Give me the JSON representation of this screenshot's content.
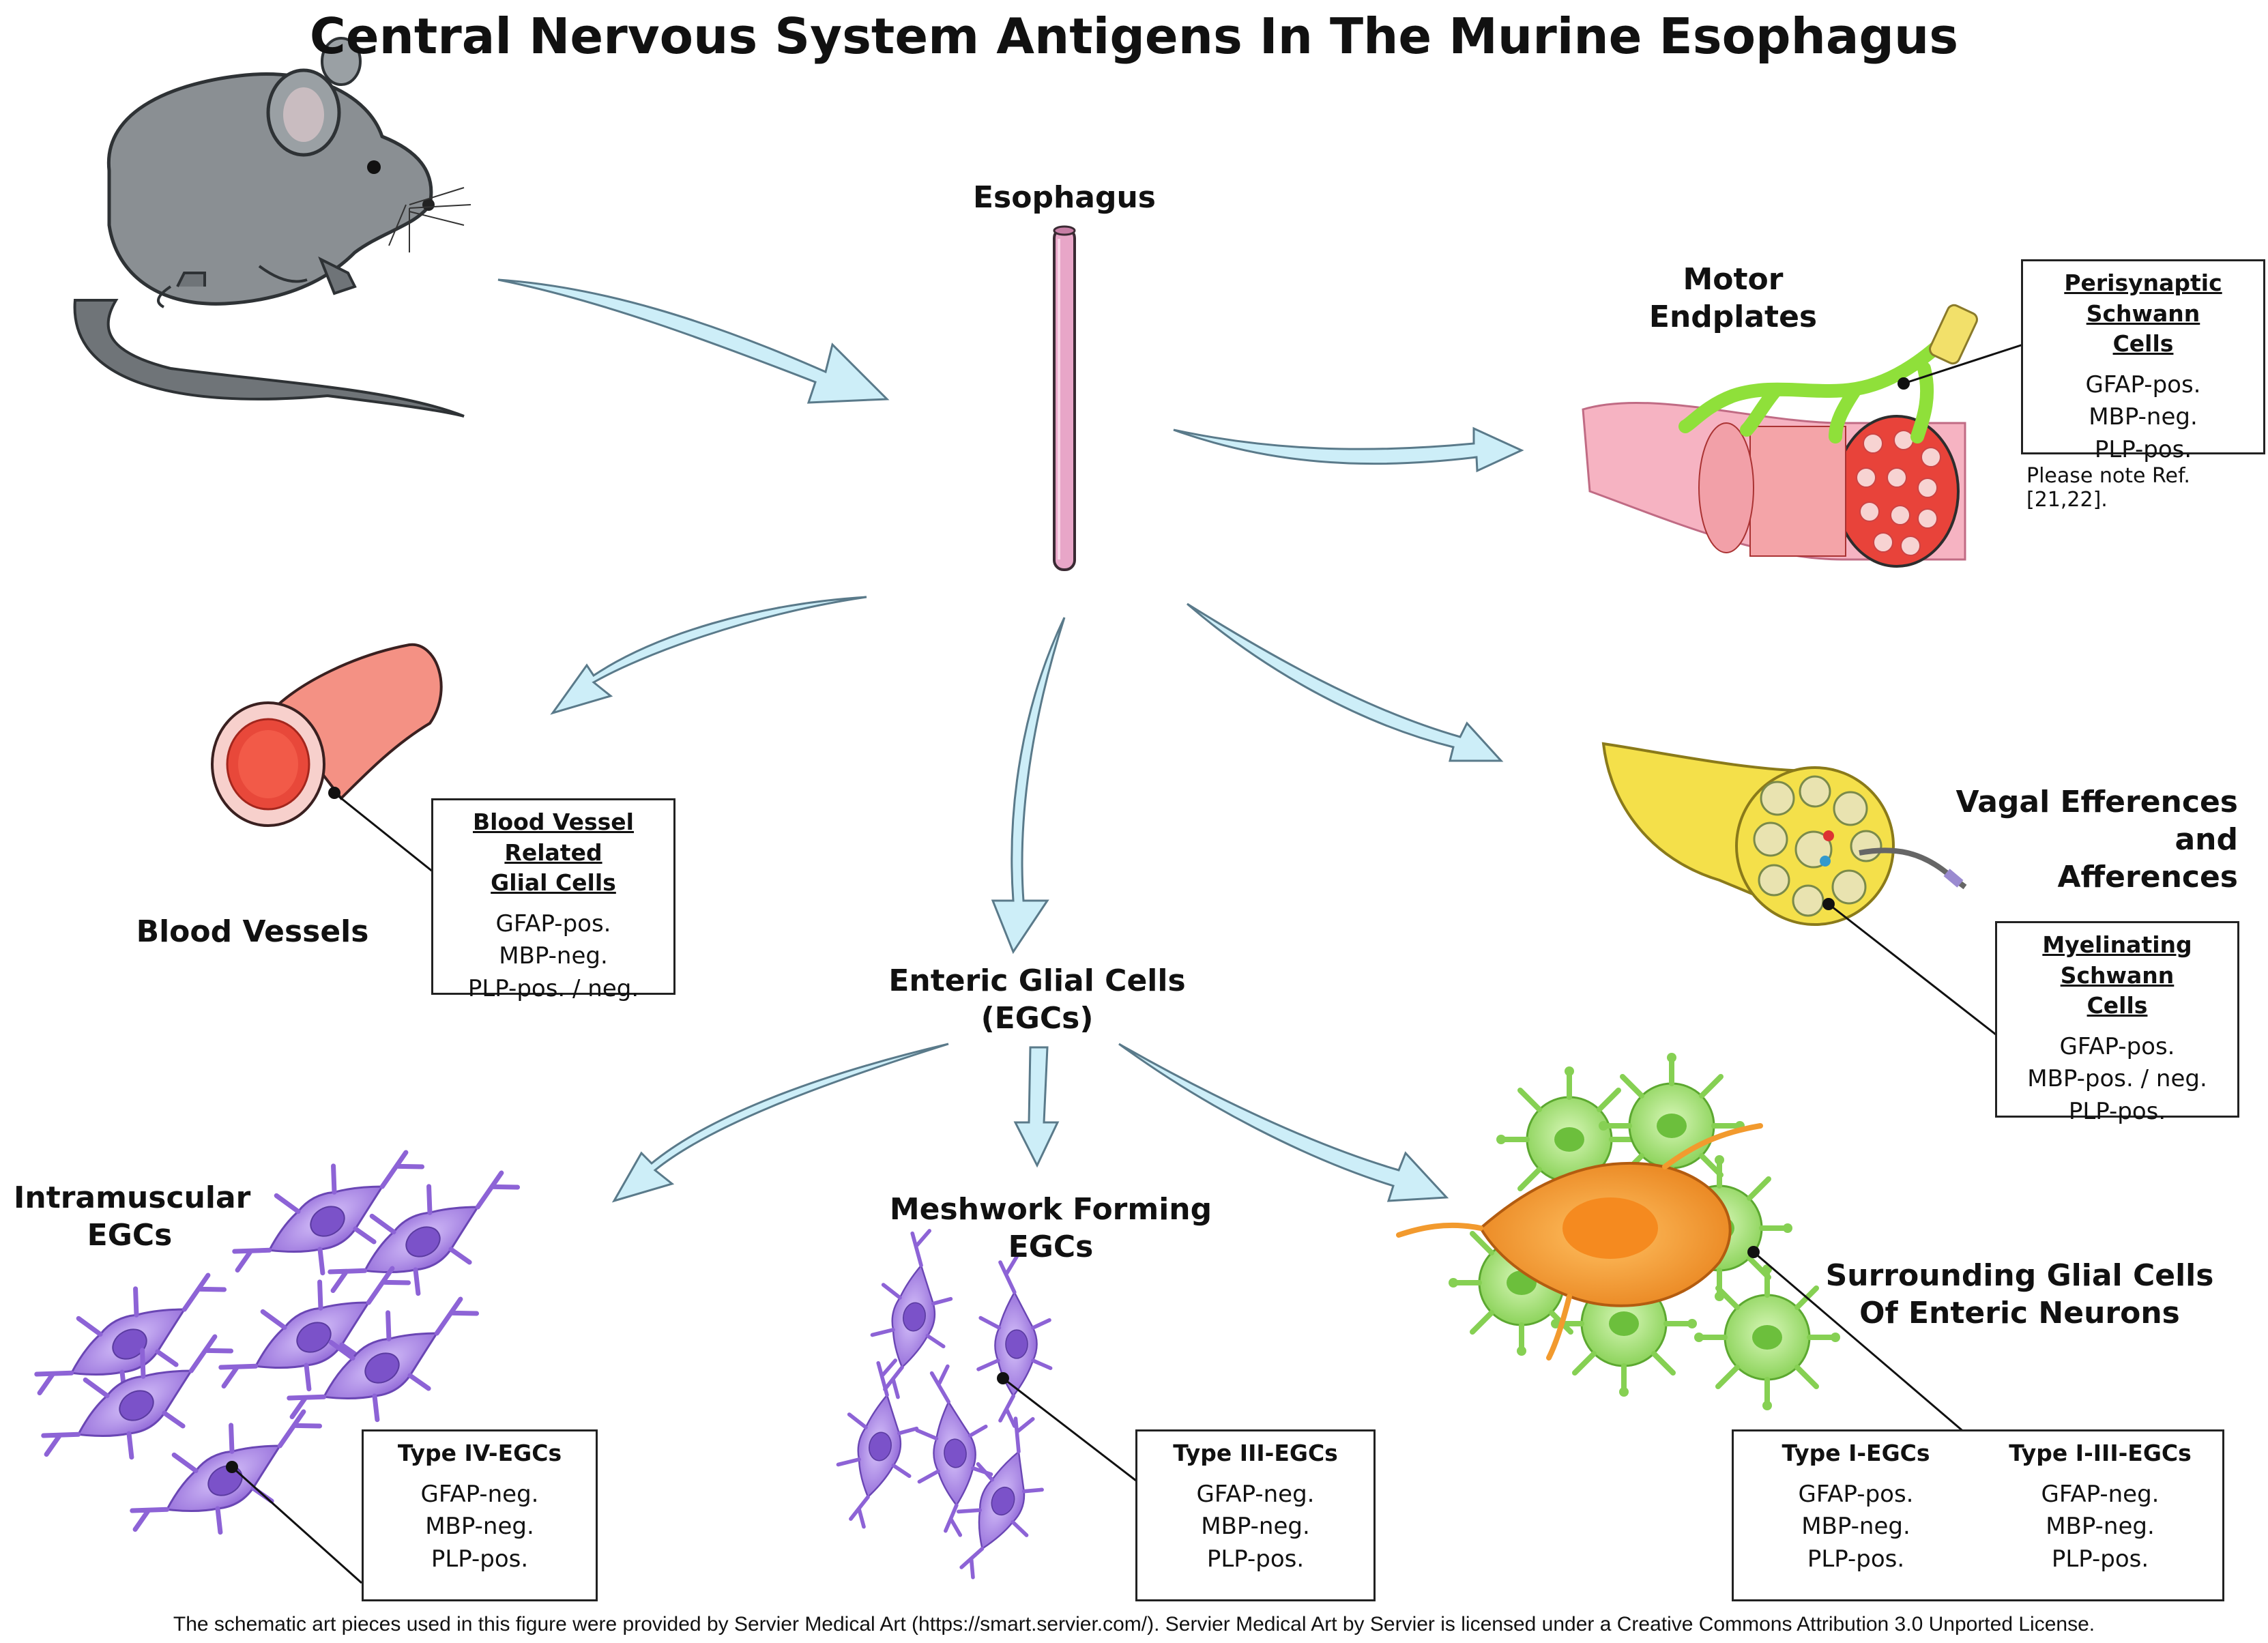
{
  "title": "Central Nervous System Antigens In The Murine Esophagus",
  "labels": {
    "esophagus": "Esophagus",
    "motor_endplates_l1": "Motor",
    "motor_endplates_l2": "Endplates",
    "blood_vessels": "Blood Vessels",
    "vagal_l1": "Vagal Efferences and",
    "vagal_l2": "Afferences",
    "egc_l1": "Enteric Glial Cells",
    "egc_l2": "(EGCs)",
    "intramuscular_l1": "Intramuscular",
    "intramuscular_l2": "EGCs",
    "meshwork_l1": "Meshwork Forming",
    "meshwork_l2": "EGCs",
    "surrounding_l1": "Surrounding Glial Cells",
    "surrounding_l2": "Of Enteric Neurons"
  },
  "boxes": {
    "perisynaptic": {
      "title_l1": "Perisynaptic Schwann",
      "title_l2": "Cells",
      "lines": [
        "GFAP-pos.",
        "MBP-neg.",
        "PLP-pos."
      ]
    },
    "blood_vessel": {
      "title_l1": "Blood Vessel Related",
      "title_l2": "Glial Cells",
      "lines": [
        "GFAP-pos.",
        "MBP-neg.",
        "PLP-pos. / neg."
      ]
    },
    "myelinating": {
      "title_l1": "Myelinating Schwann",
      "title_l2": "Cells",
      "lines": [
        "GFAP-pos.",
        "MBP-pos. / neg.",
        "PLP-pos."
      ]
    },
    "type4": {
      "title": "Type IV-EGCs",
      "lines": [
        "GFAP-neg.",
        "MBP-neg.",
        "PLP-pos."
      ]
    },
    "type3": {
      "title": "Type III-EGCs",
      "lines": [
        "GFAP-neg.",
        "MBP-neg.",
        "PLP-pos."
      ]
    },
    "type1": {
      "title": "Type I-EGCs",
      "lines": [
        "GFAP-pos.",
        "MBP-neg.",
        "PLP-pos."
      ]
    },
    "type13": {
      "title": "Type I-III-EGCs",
      "lines": [
        "GFAP-neg.",
        "MBP-neg.",
        "PLP-pos."
      ]
    }
  },
  "note": "Please note Ref. [21,22].",
  "footer": "The schematic art pieces used in this figure were provided by Servier Medical Art (https://smart.servier.com/). Servier Medical Art by Servier is licensed under a Creative Commons Attribution 3.0 Unported License.",
  "colors": {
    "arrow_fill": "#cdeef8",
    "arrow_stroke": "#5a7a8a",
    "glia_purple": "#a07ee0",
    "glia_green": "#9ee06a",
    "neuron_orange": "#f29a2e",
    "muscle_pink": "#f6b3c2",
    "vessel_red": "#e8483a",
    "nerve_yellow": "#f4e04a"
  }
}
